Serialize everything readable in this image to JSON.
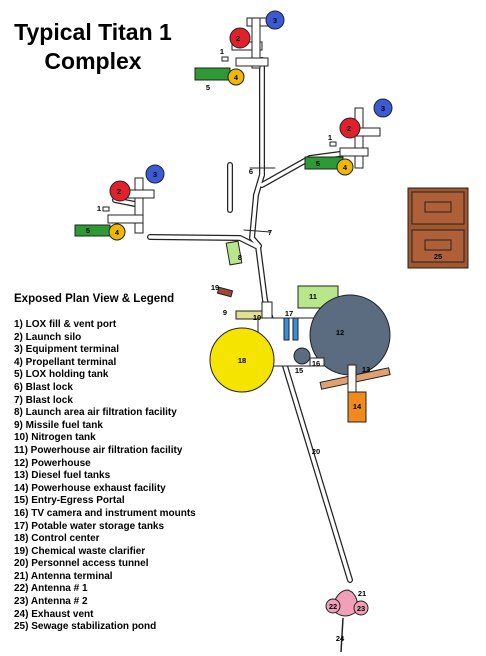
{
  "title": {
    "line1": "Typical Titan 1",
    "line2": "Complex"
  },
  "legend": {
    "heading": "Exposed Plan View & Legend",
    "items": [
      "1) LOX fill & vent port",
      "2) Launch silo",
      "3) Equipment terminal",
      "4) Propellant terminal",
      "5) LOX holding tank",
      "6) Blast lock",
      "7) Blast lock",
      "8) Launch area air filtration facility",
      "9) Missile fuel tank",
      "10) Nitrogen tank",
      "11) Powerhouse air filtration facility",
      "12) Powerhouse",
      "13) Diesel fuel tanks",
      "14) Powerhouse exhaust facility",
      "15) Entry-Egress Portal",
      "16) TV camera and instrument mounts",
      "17) Potable water storage tanks",
      "18) Control center",
      "19) Chemical waste clarifier",
      "20) Personnel access tunnel",
      "21) Antenna terminal",
      "22) Antenna # 1",
      "23) Antenna # 2",
      "24) Exhaust vent",
      "25) Sewage stabilization pond"
    ]
  },
  "map_labels": {
    "n1": "1",
    "n2": "2",
    "n3": "3",
    "n4": "4",
    "n5": "5",
    "n6": "6",
    "n7": "7",
    "n8": "8",
    "n9": "9",
    "n10": "10",
    "n11": "11",
    "n12": "12",
    "n13": "13",
    "n14": "14",
    "n15": "15",
    "n16": "16",
    "n17": "17",
    "n18": "18",
    "n19": "19",
    "n20": "20",
    "n21": "21",
    "n22": "22",
    "n23": "23",
    "n24": "24",
    "n25": "25"
  },
  "colors": {
    "launch_silo": "#e0202a",
    "equipment_terminal": "#3b5bd6",
    "propellant_terminal": "#f0b800",
    "lox_tank": "#2e9a36",
    "powerhouse": "#5b6b80",
    "control_center": "#f5e300",
    "air_filtration": "#b8e68a",
    "water_tanks": "#3a8ee0",
    "exhaust_facility": "#f08a1c",
    "antenna": "#f0a0b8",
    "sewage_pond": "#a0582c",
    "waste_clarifier": "#a04830",
    "diesel_tanks": "#e0a070",
    "tunnel": "#ffffff",
    "outline": "#222222"
  }
}
